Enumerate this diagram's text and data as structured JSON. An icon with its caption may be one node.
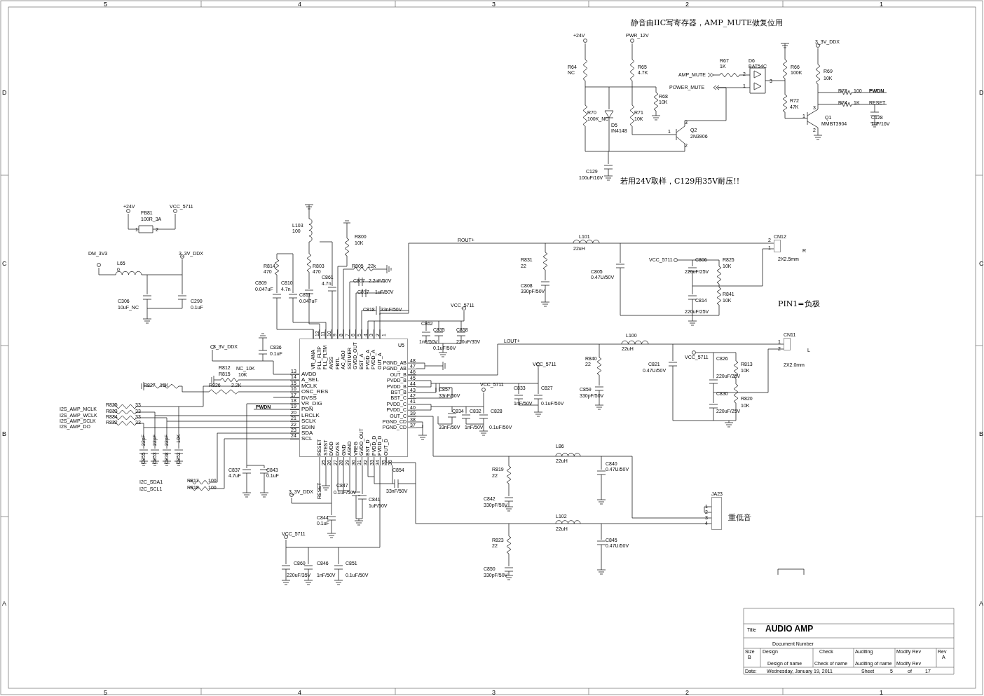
{
  "diagram": {
    "nodes": [
      {
        "text": [
          "U5"
        ]
      },
      {
        "text": [
          "CN12"
        ],
        "beside": [
          "2X2.5mm",
          "R"
        ]
      },
      {
        "text": [
          "CN11"
        ],
        "beside": [
          "2X2.0mm",
          "L"
        ]
      },
      {
        "text": [
          "JA23"
        ],
        "beside": [
          "重低音"
        ]
      }
    ],
    "edges": [
      {
        "from": 0,
        "to": 1,
        "arrow": "none",
        "label": "ROUT+"
      },
      {
        "from": 0,
        "to": 2,
        "arrow": "none",
        "label": "LOUT+"
      },
      {
        "from": 0,
        "to": 3,
        "arrow": "none"
      },
      {
        "from": 0,
        "to": 3,
        "arrow": "none"
      }
    ],
    "labels": [
      "5",
      "4",
      "3",
      "2",
      "1",
      "D",
      "D",
      "C",
      "C",
      "B",
      "B",
      "A",
      "A",
      "静音由IIC写寄存器，AMP_MUTE做复位用",
      "+24V",
      "PWR_12V",
      "3_3V_DDX",
      "R64",
      "NC",
      "R65",
      "4.7K",
      "R67",
      "1K",
      "D6",
      "BAT54C",
      "R66",
      "100K",
      "R69",
      "10K",
      "AMP_MUTE",
      "2",
      "3",
      "POWER_MUTE",
      "1",
      "R73",
      "100",
      "PWDN",
      "R68",
      "10K",
      "R72",
      "47K",
      "R74",
      "1K",
      "RESET",
      "3",
      "R70",
      "100K_NC",
      "R71",
      "10K",
      "1",
      "Q1",
      "C128",
      "MMBT3904",
      "1uF/16V",
      "3",
      "D5",
      "IN4148",
      "2",
      "1",
      "Q2",
      "2N3906",
      "2",
      "C129",
      "100uF/16V",
      "若用24V取样，C129用35V耐压!!",
      "+24V",
      "VCC_5711",
      "FB81",
      "100R_3A",
      "1",
      "2",
      "DM_3V3",
      "3_3V_DDX",
      "L65",
      "0",
      "C306",
      "10uF_NC",
      "C290",
      "0.1uF",
      "L103",
      "100",
      "R800",
      "10K",
      "R814",
      "470",
      "R803",
      "470",
      "R805",
      "22k",
      "C861",
      "4.7n",
      "C807",
      "2.2nF/50V",
      "C809",
      "0.047uF",
      "C810",
      "4.7n",
      "C817",
      "1uF/50V",
      "C811",
      "0.047uF",
      "VCC_5711",
      "C818",
      "33nF/50V",
      "C862",
      "C835",
      "C858",
      "1nF/50V",
      "220uF/35V",
      "0.1uF/50V",
      "12",
      "VR_ANA",
      "11",
      "PLL_FLTP",
      "10",
      "PLL_FLTM",
      "9",
      "AVSS",
      "8",
      "PBTL",
      "7",
      "AC_ADJ",
      "6",
      "SSTIMER",
      "5",
      "GVDD_OUT",
      "4",
      "BST_A",
      "3",
      "PVDD_A",
      "2",
      "PVDD_A",
      "1",
      "OUT_A",
      "3_3V_DDX",
      "C836",
      "0.1uF",
      "R812",
      "NC_10K",
      "R815",
      "10K",
      "13",
      "AVDD",
      "14",
      "A_SEL",
      "15",
      "MCLK",
      "16",
      "OSC_RES",
      "17",
      "DVSS",
      "18",
      "VR_DIG",
      "19",
      "PDN",
      "20",
      "LRCLK",
      "21",
      "SCLK",
      "22",
      "SDIN",
      "23",
      "SDA",
      "24",
      "SCL",
      "PGND_AB",
      "48",
      "PGND_AB",
      "47",
      "OUT_B",
      "46",
      "PVDD_B",
      "45",
      "PVDD_B",
      "44",
      "BST_B",
      "43",
      "BST_C",
      "42",
      "PVDD_C",
      "41",
      "PVDD_C",
      "40",
      "OUT_C",
      "39",
      "PGND_CD",
      "38",
      "PGND_CD",
      "37",
      "R827",
      "16K",
      "R826",
      "2.2K",
      "PWDN",
      "I2S_AMP_MCLK",
      "R835",
      "33",
      "I2S_AMP_WCLK",
      "R833",
      "33",
      "I2S_AMP_SCLK",
      "R834",
      "33",
      "I2S_AMP_DO",
      "R832",
      "33",
      "22pF",
      "22pF",
      "22pF",
      "10K",
      "C855",
      "C853",
      "C838",
      "C852",
      "RESET",
      "25",
      "STEST",
      "26",
      "DVDD",
      "27",
      "DVSS",
      "28",
      "GND",
      "29",
      "AGND",
      "30",
      "VREG",
      "31",
      "GVDD_OUT",
      "32",
      "BST_D",
      "33",
      "PVDD_D",
      "34",
      "PVDD_D",
      "35",
      "OUT_D",
      "36",
      "C837",
      "C843",
      "C854",
      "4.7uF",
      "0.1uF",
      "I2C_SDA1",
      "R817",
      "100",
      "I2C_SCL1",
      "R818",
      "100",
      "C847",
      "RESET",
      "3_3V_DDX",
      "0.1uF/50V",
      "33nF/50V",
      "C841",
      "1uF/50V",
      "C844",
      "0.1uF",
      "VCC_5711",
      "C860",
      "C846",
      "C851",
      "220uF/35V",
      "1nF/50V",
      "0.1uF/50V",
      "L101",
      "22uH",
      "2",
      "1",
      "R831",
      "VCC_5711",
      "C806",
      "R825",
      "22",
      "10K",
      "C805",
      "220uF/25V",
      "0.47U/50V",
      "C808",
      "330pF/50V",
      "R841",
      "C814",
      "10K",
      "PIN1=负极",
      "220uF/25V",
      "L100",
      "1",
      "22uH",
      "2",
      "R840",
      "VCC_5711",
      "C826",
      "VCC_5711",
      "22",
      "C821",
      "R813",
      "0.47U/50V",
      "10K",
      "220uF/25V",
      "C857",
      "VCC_5711",
      "C833",
      "C827",
      "C859",
      "C830",
      "33nF/50V",
      "330pF/50V",
      "R820",
      "1nF/50V",
      "0.1uF/50V",
      "10K",
      "C834",
      "C832",
      "C828",
      "220uF/25V",
      "33nF/50V",
      "1nF/50V",
      "0.1uF/50V",
      "L86",
      "22uH",
      "C840",
      "R819",
      "0.47U/50V",
      "22",
      "1",
      "2",
      "3",
      "4",
      "C842",
      "330pF/50V",
      "L102",
      "22uH",
      "R823",
      "C845",
      "22",
      "0.47U/50V",
      "C850",
      "330pF/50V",
      "Title",
      "AUDIO AMP",
      "Document Number",
      "Size",
      "Design",
      "Check",
      "Auditing",
      "Modify Rev",
      "Rev",
      "B",
      "A",
      "Design of name",
      "Check of name",
      "Auditing of name",
      "Modify Rev",
      "Date:",
      "Wednesday, January 19, 2011",
      "Sheet",
      "5",
      "of",
      "17",
      "5",
      "4",
      "3",
      "2",
      "1"
    ]
  }
}
